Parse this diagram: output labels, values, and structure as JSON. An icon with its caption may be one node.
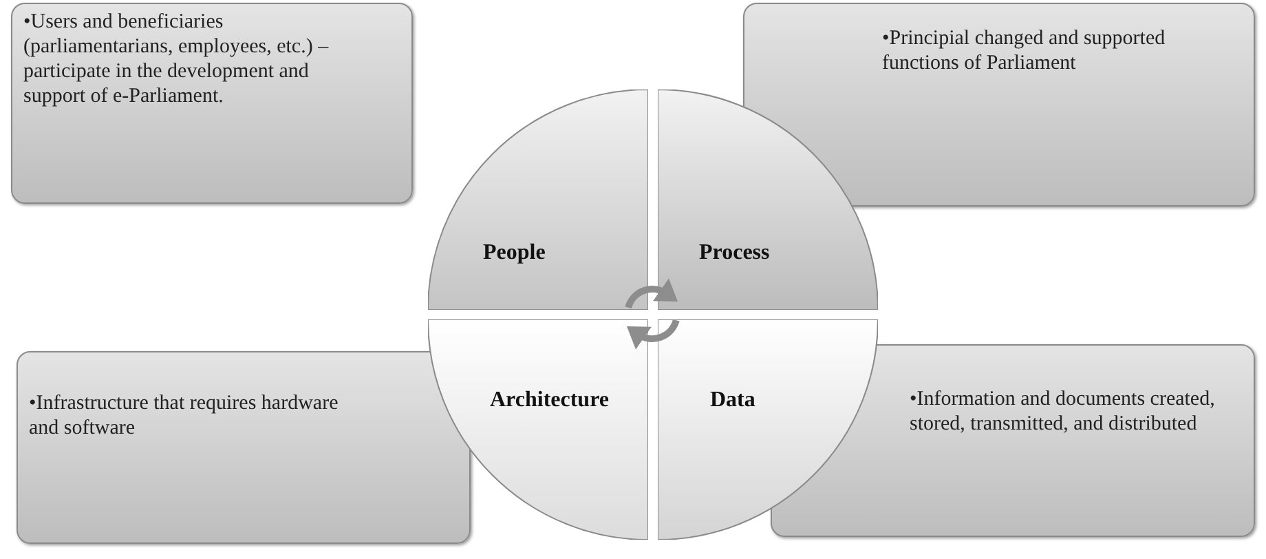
{
  "diagram": {
    "nodes": [
      {
        "text": [
          "People"
        ]
      },
      {
        "text": [
          "Process"
        ]
      },
      {
        "text": [
          "Architecture"
        ]
      },
      {
        "text": [
          "Data"
        ]
      },
      {
        "text": [
          "•Users and beneficiaries (parliamentarians, employees, etc.) – participate in the development and support of e-Parliament."
        ]
      },
      {
        "text": [
          "•Principial changed and supported functions of Parliament"
        ]
      },
      {
        "text": [
          "•Infrastructure that requires hardware and software"
        ]
      },
      {
        "text": [
          "•Information and documents created, stored, transmitted, and distributed"
        ]
      }
    ],
    "edges": [
      {
        "from": 0,
        "to": 1,
        "arrow": "to"
      },
      {
        "from": 3,
        "to": 2,
        "arrow": "to"
      }
    ]
  }
}
